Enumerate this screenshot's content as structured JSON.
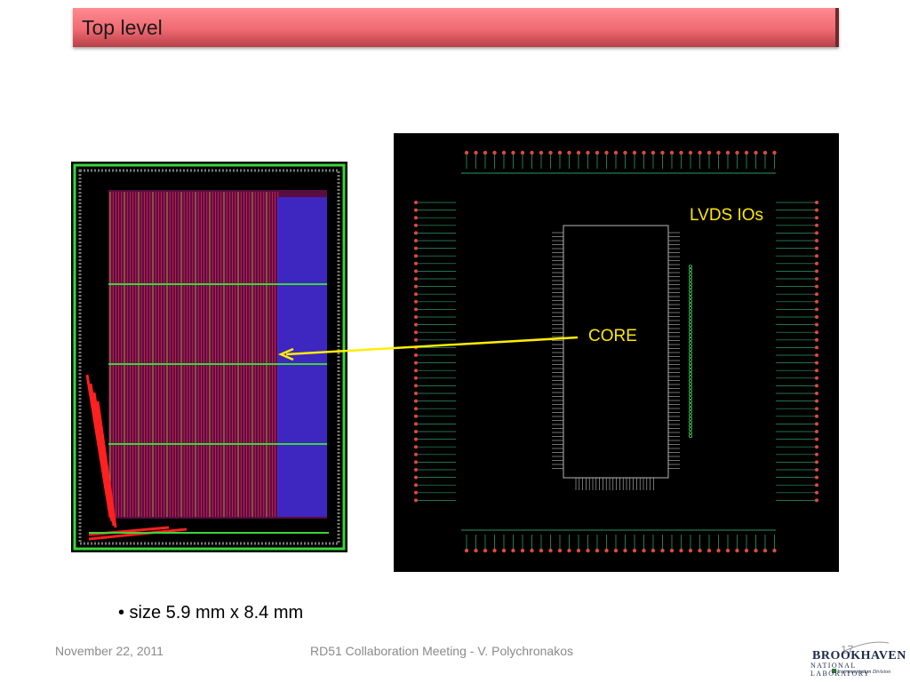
{
  "slide": {
    "title": "Top level",
    "bullet": "• size  5.9 mm x 8.4 mm",
    "labels": {
      "core": "CORE",
      "lvds": "LVDS IOs"
    }
  },
  "footer": {
    "date": "November 22, 2011",
    "center": "RD51 Collaboration Meeting - V. Polychronakos",
    "page_number": "17"
  },
  "logo": {
    "brand": "BROOKHAVEN",
    "lab": "NATIONAL LABORATORY",
    "division": "Instrumentation Division"
  },
  "colors": {
    "title_bar": "#f06a72",
    "label_yellow": "#ffe800",
    "layout_bg": "#000000"
  }
}
